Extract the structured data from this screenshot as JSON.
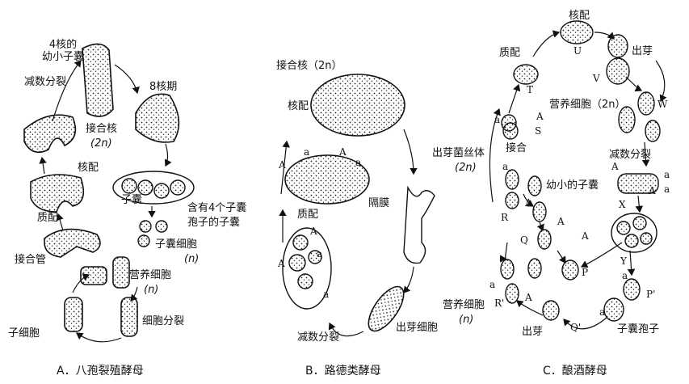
{
  "panel_a": {
    "caption": "A．八孢裂殖酵母",
    "labels": {
      "young_ascus": "4核的\n幼小子囊",
      "meiosis": "减数分裂",
      "eight_nuclei": "8核期",
      "zygote_nucleus": "接合核",
      "zygote_ploidy": "(2n)",
      "karyogamy": "核配",
      "ascus": "子囊",
      "four_spores_1": "含有4个子囊",
      "four_spores_2": "孢子的子囊",
      "plasmogamy": "质配",
      "ascospore": "子囊细胞",
      "ascospore_ploidy": "(n)",
      "conj_tube": "接合管",
      "vegetative": "营养细胞",
      "vegetative_ploidy": "(n)",
      "daughter": "子细胞",
      "division": "细胞分裂"
    }
  },
  "panel_b": {
    "caption": "B．路德类酵母",
    "labels": {
      "zygote_nucleus": "接合核（2n）",
      "karyogamy": "核配",
      "plasmogamy": "质配",
      "septum": "隔膜",
      "meiosis": "减数分裂",
      "budding_cell": "出芽细胞",
      "mating_a": "a",
      "mating_A": "A"
    }
  },
  "panel_c": {
    "caption": "C．酿酒酵母",
    "labels": {
      "karyogamy": "核配",
      "plasmogamy": "质配",
      "budding_top": "出芽",
      "vegetative_2n": "营养细胞（2n）",
      "conjugation": "接合",
      "hypha_1": "出芽菌丝体",
      "hypha_2": "(2n)",
      "meiosis": "减数分裂",
      "young_ascus": "幼小的子囊",
      "vegetative_n_1": "营养细胞",
      "vegetative_n_2": "(n)",
      "budding_bottom": "出芽",
      "ascospore": "子囊孢子"
    },
    "stage_letters": [
      "U",
      "V",
      "W",
      "X",
      "Y",
      "P",
      "P'",
      "Q",
      "Q'",
      "R",
      "R'",
      "S",
      "T"
    ]
  }
}
